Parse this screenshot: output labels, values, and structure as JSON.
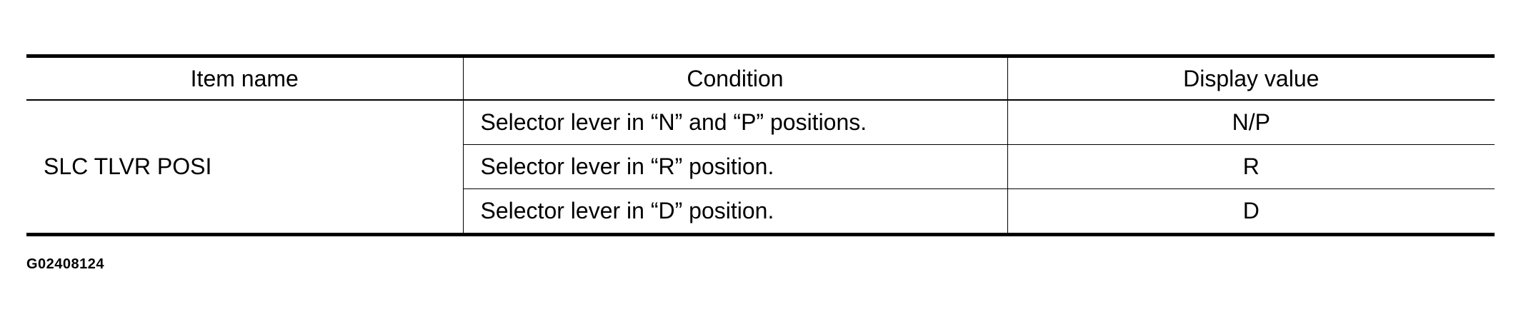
{
  "table": {
    "headers": [
      "Item name",
      "Condition",
      "Display value"
    ],
    "item_name": "SLC TLVR POSI",
    "rows": [
      {
        "condition": "Selector lever in “N” and “P” positions.",
        "display_value": "N/P"
      },
      {
        "condition": "Selector lever in “R” position.",
        "display_value": "R"
      },
      {
        "condition": "Selector lever in “D” position.",
        "display_value": "D"
      }
    ]
  },
  "figure_code": "G02408124"
}
